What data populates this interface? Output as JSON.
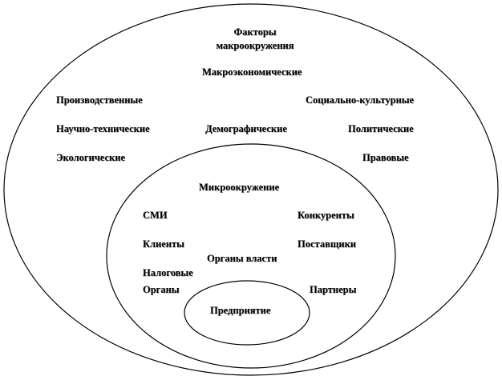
{
  "macro": {
    "title_line1": "Факторы",
    "title_line2": "макроокружения",
    "factors": {
      "economic": "Макроэкономические",
      "production": "Производственные",
      "sociocultural": "Социально-культурные",
      "scientific": "Научно-технические",
      "demographic": "Демографические",
      "political": "Политические",
      "ecological": "Экологические",
      "legal": "Правовые"
    }
  },
  "micro": {
    "title": "Микроокружение",
    "factors": {
      "media": "СМИ",
      "competitors": "Конкуренты",
      "clients": "Клиенты",
      "suppliers": "Поставщики",
      "authorities": "Органы власти",
      "tax_line1": "Налоговые",
      "tax_line2": "Органы",
      "partners": "Партнеры"
    }
  },
  "enterprise": {
    "title": "Предприятие"
  }
}
